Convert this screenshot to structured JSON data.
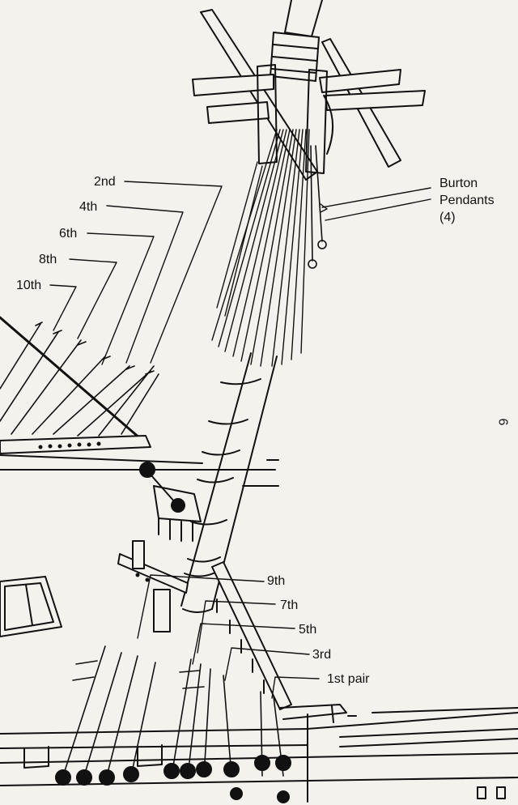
{
  "labels": {
    "ratline_2nd": "2nd",
    "ratline_4th": "4th",
    "ratline_6th": "6th",
    "ratline_8th": "8th",
    "ratline_10th": "10th",
    "shroud_9th": "9th",
    "shroud_7th": "7th",
    "shroud_5th": "5th",
    "shroud_3rd": "3rd",
    "shroud_1st": "1st pair",
    "burton_line1": "Burton",
    "burton_line2": "Pendants",
    "burton_line3": "(4)",
    "page_number": "6"
  },
  "colors": {
    "ink": "#111111",
    "paper": "#f4f2ec"
  }
}
